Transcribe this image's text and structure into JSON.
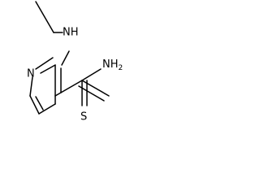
{
  "molecule": {
    "atoms": {
      "ring_nitrogen": "N",
      "amine": "NH",
      "thioamide_amine": "NH",
      "thioamide_amine_subscript": "2",
      "sulfur": "S"
    }
  },
  "colors": {
    "bond": "#000000",
    "label": "#000000",
    "background": "#ffffff"
  }
}
